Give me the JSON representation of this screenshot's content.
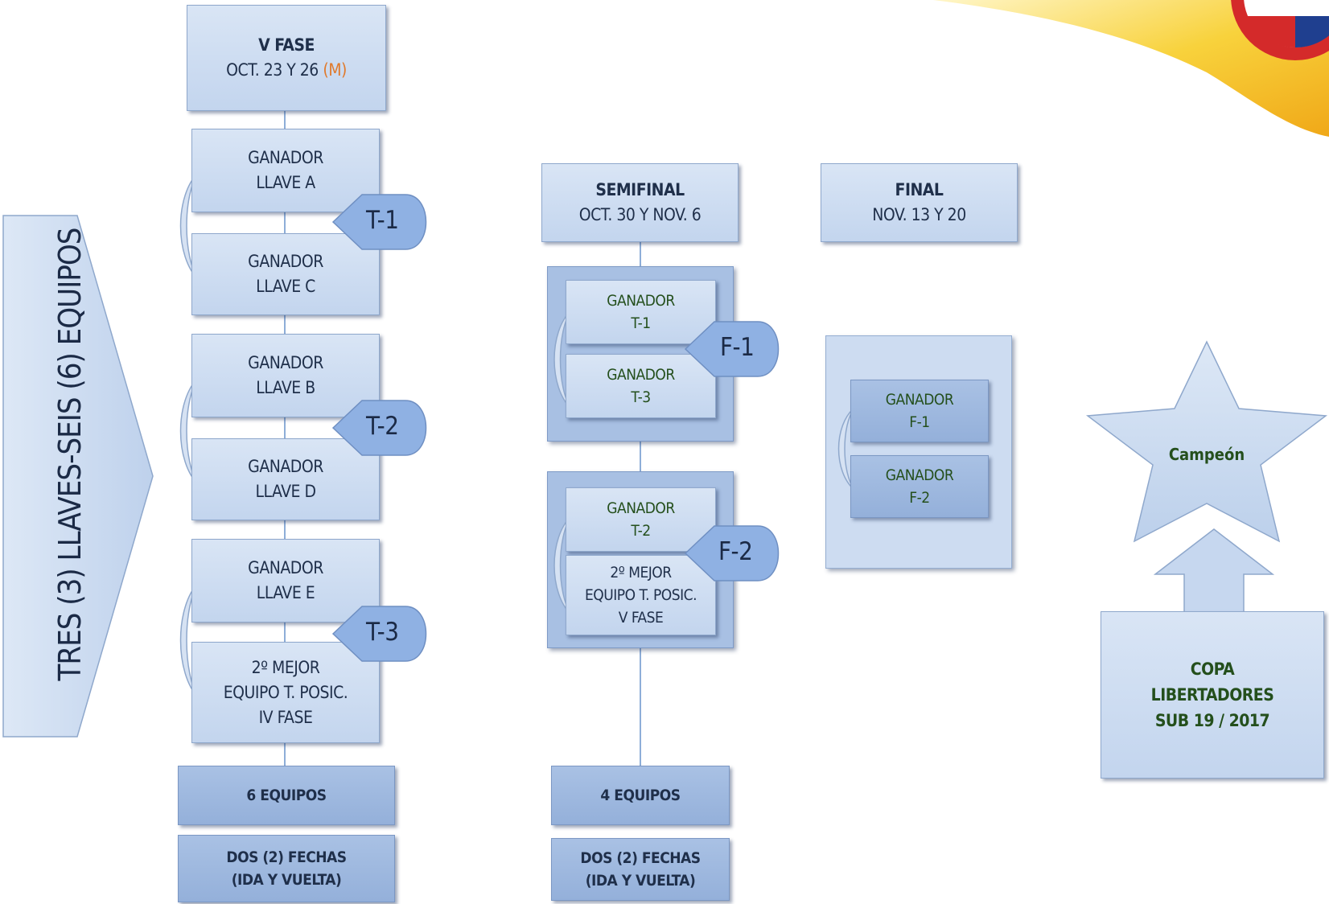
{
  "side_label": "TRES (3) LLAVES-SEIS (6) EQUIPOS",
  "fase_v": {
    "title": "V FASE",
    "dates": "OCT. 23 Y 26 ",
    "dates_note": "(M)",
    "pairs": [
      {
        "top": [
          "GANADOR",
          "LLAVE A"
        ],
        "bottom": [
          "GANADOR",
          "LLAVE C"
        ],
        "tag": "T-1"
      },
      {
        "top": [
          "GANADOR",
          "LLAVE B"
        ],
        "bottom": [
          "GANADOR",
          "LLAVE D"
        ],
        "tag": "T-2"
      },
      {
        "top": [
          "GANADOR",
          "LLAVE E"
        ],
        "bottom": [
          "2º MEJOR",
          "EQUIPO T. POSIC.",
          "IV FASE"
        ],
        "tag": "T-3"
      }
    ],
    "teams": "6 EQUIPOS",
    "legs": [
      "DOS (2) FECHAS",
      "(IDA Y VUELTA)"
    ]
  },
  "semifinal": {
    "title": "SEMIFINAL",
    "dates": "OCT. 30 Y NOV. 6",
    "pairs": [
      {
        "top": [
          "GANADOR",
          "T-1"
        ],
        "bottom": [
          "GANADOR",
          "T-3"
        ],
        "tag": "F-1"
      },
      {
        "top": [
          "GANADOR",
          "T-2"
        ],
        "bottom": [
          "2º MEJOR",
          "EQUIPO T. POSIC.",
          "V FASE"
        ],
        "tag": "F-2"
      }
    ],
    "teams": "4 EQUIPOS",
    "legs": [
      "DOS (2) FECHAS",
      "(IDA Y VUELTA)"
    ]
  },
  "final": {
    "title": "FINAL",
    "dates": "NOV. 13 Y 20",
    "top": [
      "GANADOR",
      "F-1"
    ],
    "bottom": [
      "GANADOR",
      "F-2"
    ]
  },
  "champion": {
    "star_label": "Campeón",
    "trophy": [
      "COPA",
      "LIBERTADORES",
      "SUB 19 / 2017"
    ]
  },
  "colors": {
    "box_fill": "#c3d5ee",
    "box_dark": "#94b0da",
    "tag_fill": "#8fb1e3",
    "green_text": "#244f1c",
    "accent_orange": "#e07a2c",
    "connector": "#8eaed8"
  }
}
